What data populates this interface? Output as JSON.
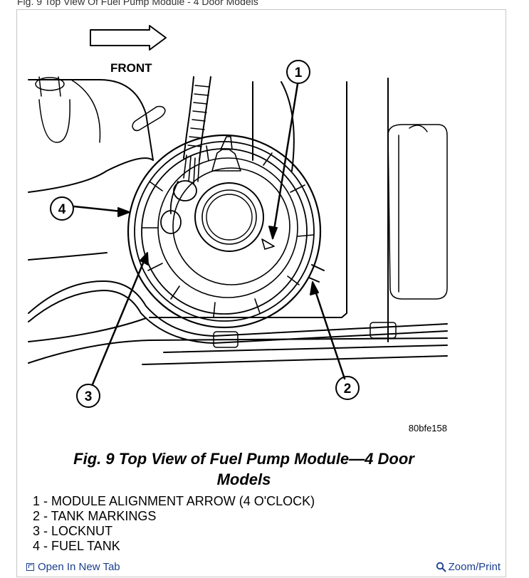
{
  "page": {
    "top_caption": "Fig. 9 Top View Of Fuel Pump Module - 4 Door Models"
  },
  "diagram": {
    "front_label": "FRONT",
    "callouts": [
      "1",
      "2",
      "3",
      "4"
    ],
    "code": "80bfe158",
    "title_line1": "Fig. 9 Top View of Fuel Pump Module—4 Door",
    "title_line2": "Models"
  },
  "legend": {
    "items": [
      "1 - MODULE ALIGNMENT ARROW (4 O'CLOCK)",
      "2 - TANK MARKINGS",
      "3 - LOCKNUT",
      "4 - FUEL TANK"
    ]
  },
  "actions": {
    "open_new_tab": "Open In New Tab",
    "zoom_print": "Zoom/Print"
  },
  "colors": {
    "link": "#1a3e8c"
  },
  "icons": {
    "open_new_tab": "open-new-tab-icon",
    "zoom": "magnifier-icon"
  }
}
